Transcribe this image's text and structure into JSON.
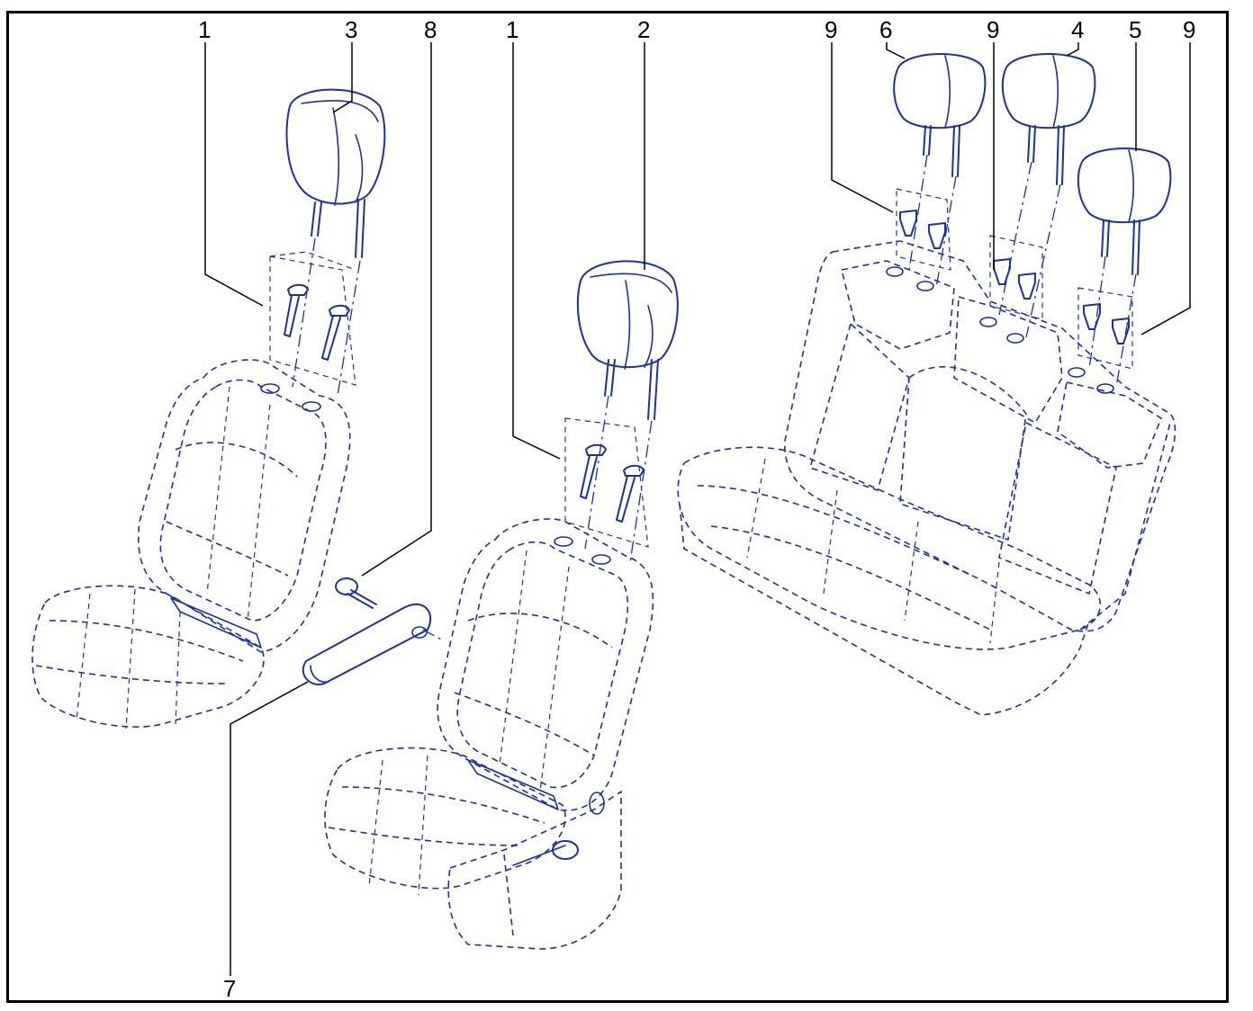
{
  "diagram": {
    "callouts": [
      {
        "id": "c1a",
        "label": "1"
      },
      {
        "id": "c3",
        "label": "3"
      },
      {
        "id": "c8",
        "label": "8"
      },
      {
        "id": "c1b",
        "label": "1"
      },
      {
        "id": "c2",
        "label": "2"
      },
      {
        "id": "c9a",
        "label": "9"
      },
      {
        "id": "c6",
        "label": "6"
      },
      {
        "id": "c9b",
        "label": "9"
      },
      {
        "id": "c4",
        "label": "4"
      },
      {
        "id": "c5",
        "label": "5"
      },
      {
        "id": "c9c",
        "label": "9"
      },
      {
        "id": "c7",
        "label": "7"
      }
    ],
    "colors": {
      "line": "#1a2fa8",
      "text": "#000000",
      "frame": "#000000",
      "background": "#ffffff"
    }
  }
}
